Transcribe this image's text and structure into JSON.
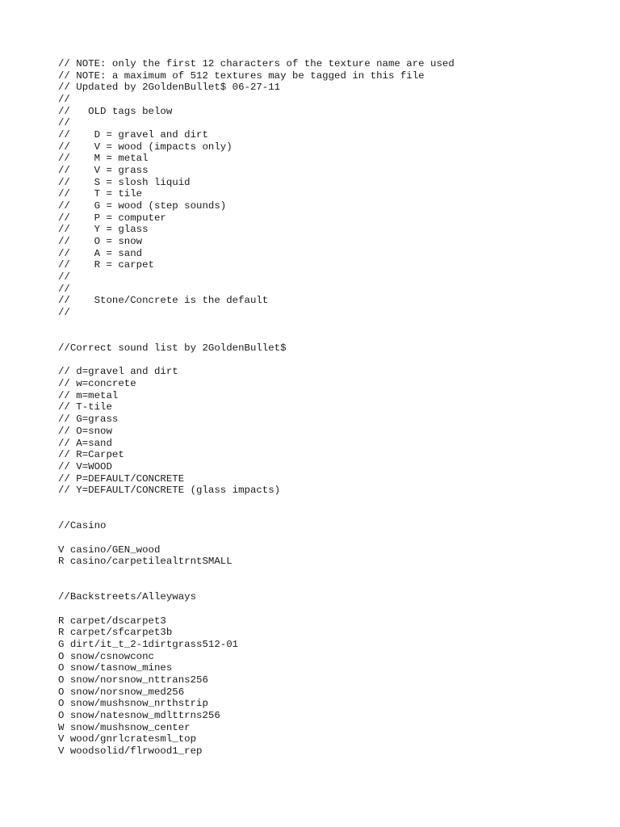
{
  "document": {
    "lines": [
      "// NOTE: only the first 12 characters of the texture name are used",
      "// NOTE: a maximum of 512 textures may be tagged in this file",
      "// Updated by 2GoldenBullet$ 06-27-11",
      "//",
      "//   OLD tags below",
      "//",
      "//    D = gravel and dirt",
      "//    V = wood (impacts only)",
      "//    M = metal",
      "//    V = grass",
      "//    S = slosh liquid",
      "//    T = tile",
      "//    G = wood (step sounds)",
      "//    P = computer",
      "//    Y = glass",
      "//    O = snow",
      "//    A = sand",
      "//    R = carpet",
      "//",
      "//",
      "//    Stone/Concrete is the default",
      "//",
      "",
      "",
      "//Correct sound list by 2GoldenBullet$",
      "",
      "// d=gravel and dirt",
      "// w=concrete",
      "// m=metal",
      "// T-tile",
      "// G=grass",
      "// O=snow",
      "// A=sand",
      "// R=Carpet",
      "// V=WOOD",
      "// P=DEFAULT/CONCRETE",
      "// Y=DEFAULT/CONCRETE (glass impacts)",
      "",
      "",
      "//Casino",
      "",
      "V casino/GEN_wood",
      "R casino/carpetilealtrntSMALL",
      "",
      "",
      "//Backstreets/Alleyways",
      "",
      "R carpet/dscarpet3",
      "R carpet/sfcarpet3b",
      "G dirt/it_t_2-1dirtgrass512-01",
      "O snow/csnowconc",
      "O snow/tasnow_mines",
      "O snow/norsnow_nttrans256",
      "O snow/norsnow_med256",
      "O snow/mushsnow_nrthstrip",
      "O snow/natesnow_mdlttrns256",
      "W snow/mushsnow_center",
      "V wood/gnrlcratesml_top",
      "V woodsolid/flrwood1_rep"
    ]
  }
}
